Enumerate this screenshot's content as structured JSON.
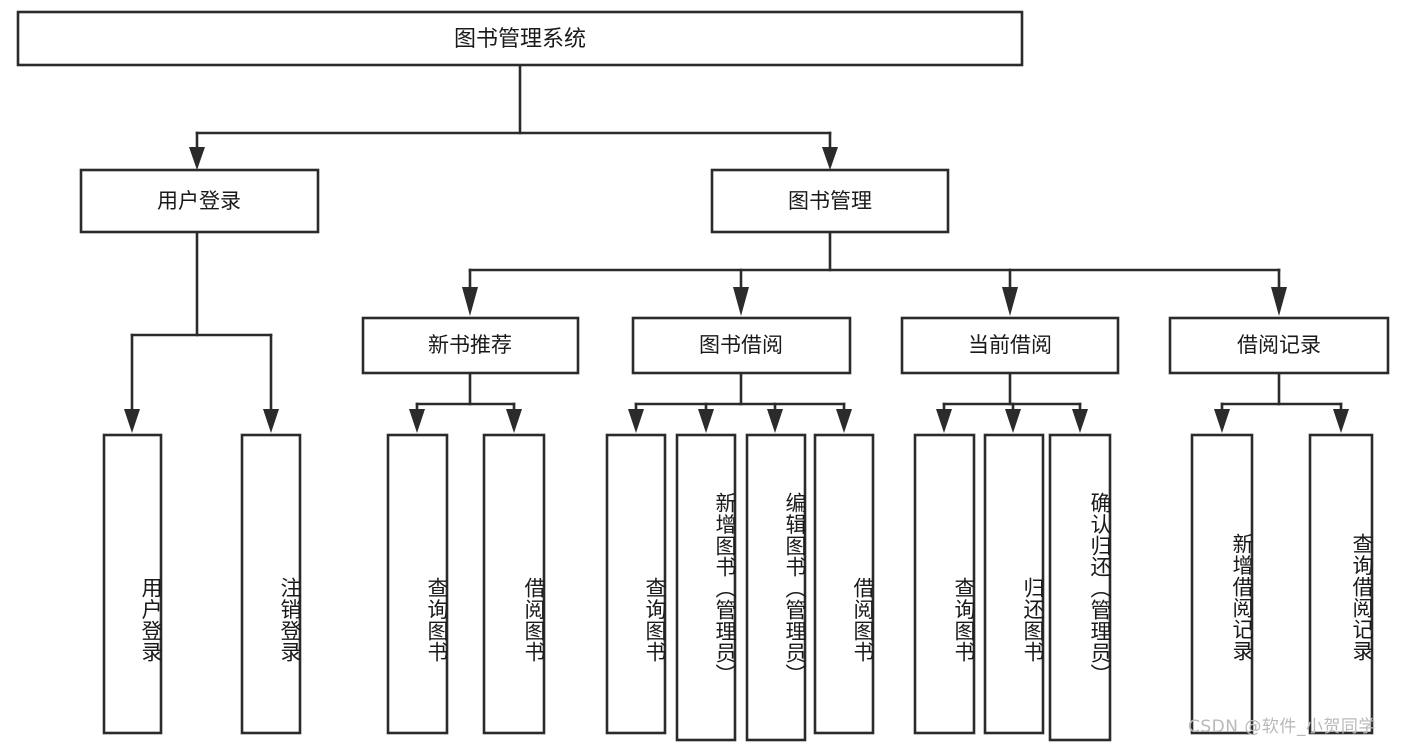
{
  "diagram": {
    "type": "tree-hierarchy",
    "title": "图书管理系统",
    "watermark": "CSDN @软件_小贺同学",
    "colors": {
      "box_stroke": "#2b2b2b",
      "box_fill": "#ffffff",
      "text": "#1a1a1a",
      "connector": "#2b2b2b",
      "watermark": "#b9b9b9",
      "background": "#ffffff"
    },
    "levels": {
      "root": {
        "label": "图书管理系统"
      },
      "level2": [
        {
          "label": "用户登录"
        },
        {
          "label": "图书管理"
        }
      ],
      "level3": [
        {
          "label": "新书推荐"
        },
        {
          "label": "图书借阅"
        },
        {
          "label": "当前借阅"
        },
        {
          "label": "借阅记录"
        }
      ],
      "level4": [
        {
          "label": "用户登录",
          "parent": "用户登录"
        },
        {
          "label": "注销登录",
          "parent": "用户登录"
        },
        {
          "label": "查询图书",
          "parent": "新书推荐"
        },
        {
          "label": "借阅图书",
          "parent": "新书推荐"
        },
        {
          "label": "查询图书",
          "parent": "图书借阅"
        },
        {
          "label": "新增图书（管理员）",
          "parent": "图书借阅"
        },
        {
          "label": "编辑图书（管理员）",
          "parent": "图书借阅"
        },
        {
          "label": "借阅图书",
          "parent": "图书借阅"
        },
        {
          "label": "查询图书",
          "parent": "当前借阅"
        },
        {
          "label": "归还图书",
          "parent": "当前借阅"
        },
        {
          "label": "确认归还（管理员）",
          "parent": "当前借阅"
        },
        {
          "label": "新增借阅记录",
          "parent": "借阅记录"
        },
        {
          "label": "查询借阅记录",
          "parent": "借阅记录"
        }
      ]
    }
  }
}
